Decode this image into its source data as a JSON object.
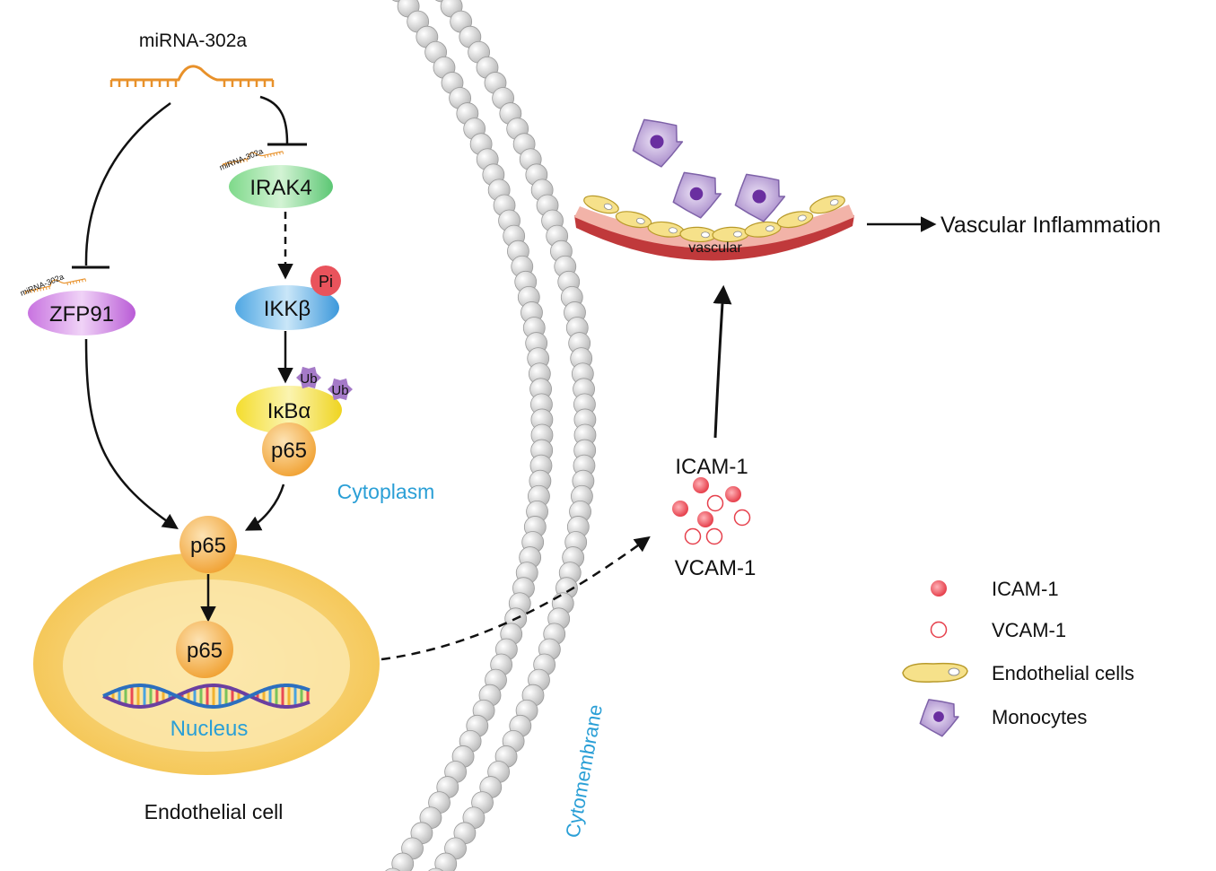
{
  "diagram": {
    "mirna_top_label": "miRNA-302a",
    "mirna_small_label": "miRNA-302a",
    "irak4": "IRAK4",
    "zfp91": "ZFP91",
    "ikkb": "IKKβ",
    "pi": "Pi",
    "ikba": "IκBα",
    "ub": "Ub",
    "p65": "p65",
    "cytoplasm": "Cytoplasm",
    "nucleus": "Nucleus",
    "endothelial_cell": "Endothelial cell",
    "cytomembrane": "Cytomembrane",
    "vascular": "vascular",
    "vascular_inflammation": "Vascular Inflammation",
    "icam1": "ICAM-1",
    "vcam1": "VCAM-1"
  },
  "legend": {
    "items": [
      {
        "label": "ICAM-1",
        "icon": "filled-red-circle"
      },
      {
        "label": "VCAM-1",
        "icon": "hollow-red-circle"
      },
      {
        "label": "Endothelial cells",
        "icon": "endothelial-cell"
      },
      {
        "label": "Monocytes",
        "icon": "monocyte"
      }
    ]
  },
  "colors": {
    "mirna": "#e8912a",
    "cytoplasm_text": "#2a9fd6",
    "icam": "#e94a55",
    "monocyte": "#a78bc9",
    "vascular": "#c0393b"
  }
}
